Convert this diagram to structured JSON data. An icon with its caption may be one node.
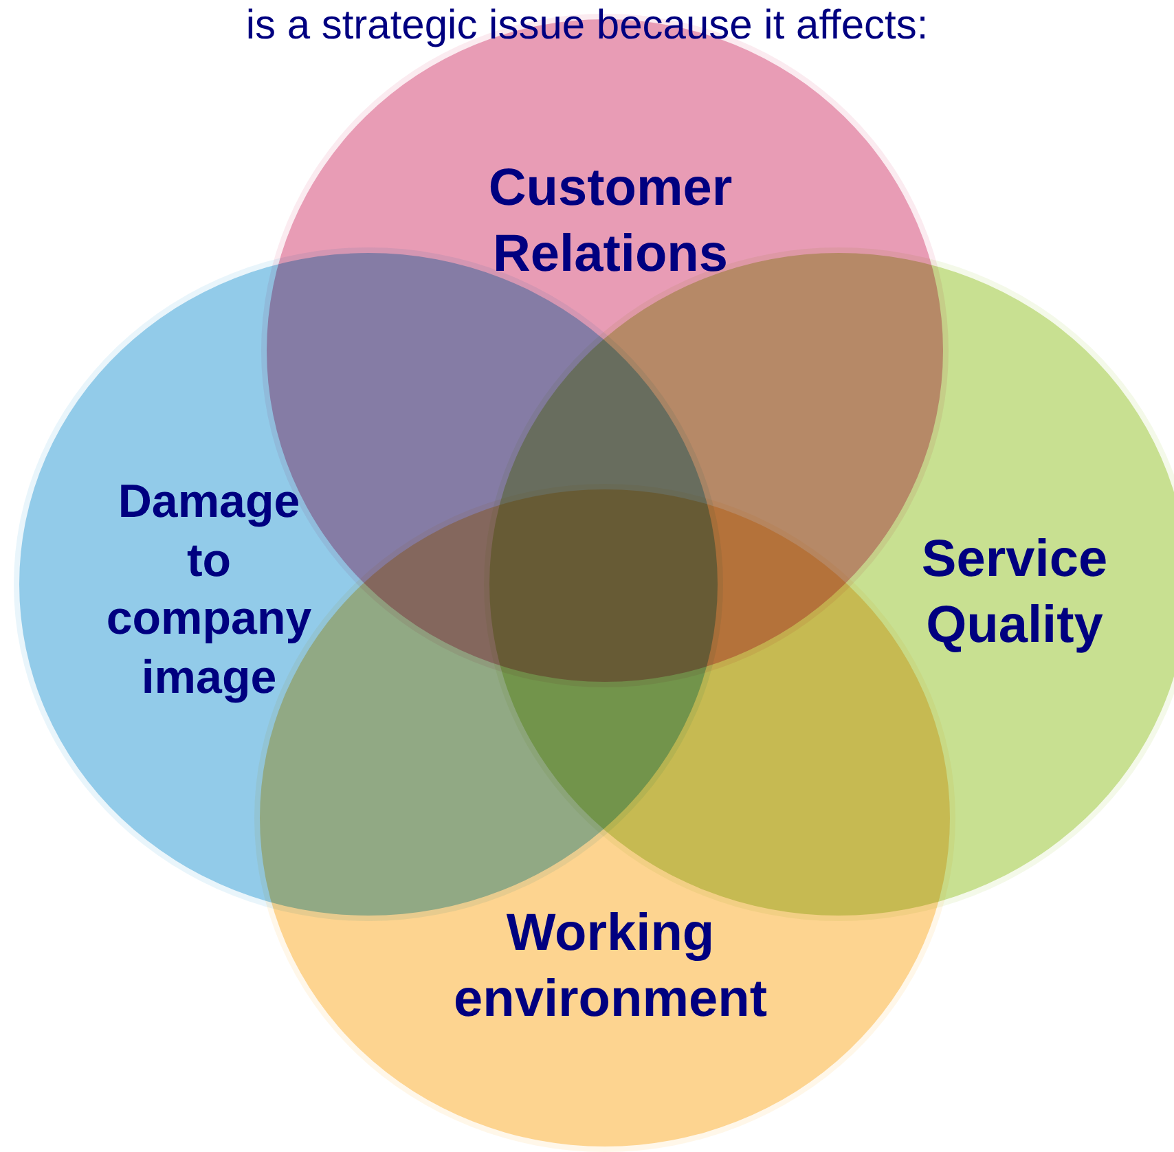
{
  "diagram": {
    "title": "is a strategic issue because it affects:",
    "nodes": [
      {
        "text": [
          "Customer Relations"
        ]
      },
      {
        "text": [
          "Damage to company image"
        ]
      },
      {
        "text": [
          "Service Quality"
        ]
      },
      {
        "text": [
          "Working environment"
        ]
      }
    ]
  }
}
